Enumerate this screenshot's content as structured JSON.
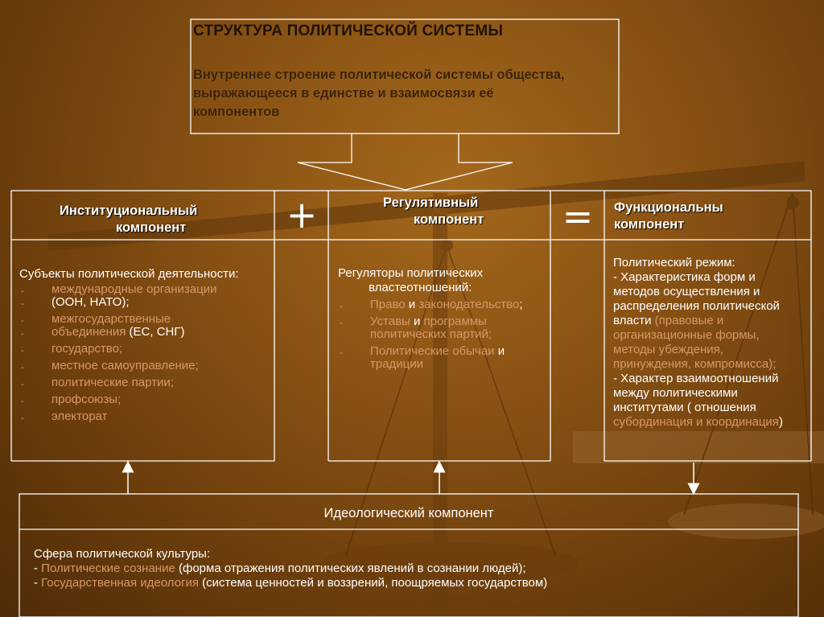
{
  "header": {
    "title": "СТРУКТУРА ПОЛИТИЧЕСКОЙ СИСТЕМЫ",
    "definition_line1": "Внутреннее строение политической системы общества,",
    "definition_line2": "выражающееся в единстве и взаимосвязи её",
    "definition_line3": "компонентов"
  },
  "signs": {
    "plus": "+",
    "equals": "="
  },
  "institutional": {
    "title_line1": "Институциональный",
    "title_line2": "компонент",
    "subjects_label": "Субъекты политической деятельности:",
    "items": [
      {
        "hl": "международные организации",
        "rest": ""
      },
      {
        "hl": "",
        "rest": "(ООН, НАТО);"
      },
      {
        "hl": "межгосударственные",
        "rest": ""
      },
      {
        "hl": "объединения",
        "rest": " (ЕС, СНГ)"
      },
      {
        "hl": "государство;",
        "rest": ""
      },
      {
        "hl": "местное самоуправление;",
        "rest": ""
      },
      {
        "hl": "политические партии;",
        "rest": ""
      },
      {
        "hl": "профсоюзы;",
        "rest": ""
      },
      {
        "hl": "электорат",
        "rest": ""
      }
    ]
  },
  "regulative": {
    "title_line1": "Регулятивный",
    "title_line2": "компонент",
    "regulators_line1": "Регуляторы политических",
    "regulators_line2": "властеотношений:",
    "item1_a": "Право",
    "item1_b": " и ",
    "item1_c": "законодательство",
    "item1_d": ";",
    "item2_a": "Уставы",
    "item2_b": " и ",
    "item2_c": "программы",
    "item2_line2": "политических партий;",
    "item3_a": "Политические обычаи",
    "item3_b": " и",
    "item3_line2": "традиции"
  },
  "functional": {
    "title_line1": "Функциональны",
    "title_line2": "компонент",
    "regime_label": "Политический режим:",
    "l1": "- Характеристика форм и",
    "l2": "методов осуществления и",
    "l3": "распределения политической",
    "l4a": "власти ",
    "l4b": "(правовые и",
    "l5": "организационные формы,",
    "l6": "методы убеждения,",
    "l7": "принуждения, компромисса);",
    "l8": "- Характер взаимоотношений",
    "l9": "между политическими",
    "l10": "институтами ( отношения",
    "l11a": "субординация и координация",
    "l11b": ")"
  },
  "ideological": {
    "title": "Идеологический компонент",
    "sphere_label": "Сфера политической культуры:",
    "item1_dash": "- ",
    "item1_hl": "Политические сознание",
    "item1_rest": " (форма отражения политических явлений в сознании людей);",
    "item2_dash": "- ",
    "item2_hl": "Государственная идеология",
    "item2_rest": " (система ценностей и воззрений, поощряемых государством)"
  },
  "colors": {
    "background": "#8a5314",
    "highlight": "#d79868",
    "line": "#ffffff"
  }
}
